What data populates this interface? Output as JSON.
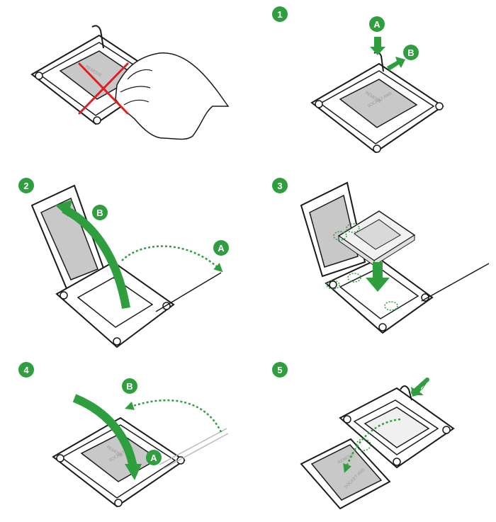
{
  "colors": {
    "accent_green": "#2e9e3e",
    "warning_red": "#e02020",
    "line": "#1a1a1a",
    "chip_fill": "#c8c8c8",
    "white": "#ffffff"
  },
  "steps": [
    {
      "number": "1",
      "callouts": [
        "A",
        "B"
      ]
    },
    {
      "number": "2",
      "callouts": [
        "A",
        "B"
      ]
    },
    {
      "number": "3",
      "callouts": []
    },
    {
      "number": "4",
      "callouts": [
        "A",
        "B"
      ]
    },
    {
      "number": "5",
      "callouts": []
    }
  ],
  "chip_labels": {
    "remove": "REMOVE",
    "socket": "SOCKET AM5"
  },
  "icons": [
    "socket-illustration",
    "hand-icon",
    "prohibited-cross-icon",
    "push-arrow-icon",
    "curved-arrow-icon",
    "dotted-arc-arrow-icon"
  ]
}
